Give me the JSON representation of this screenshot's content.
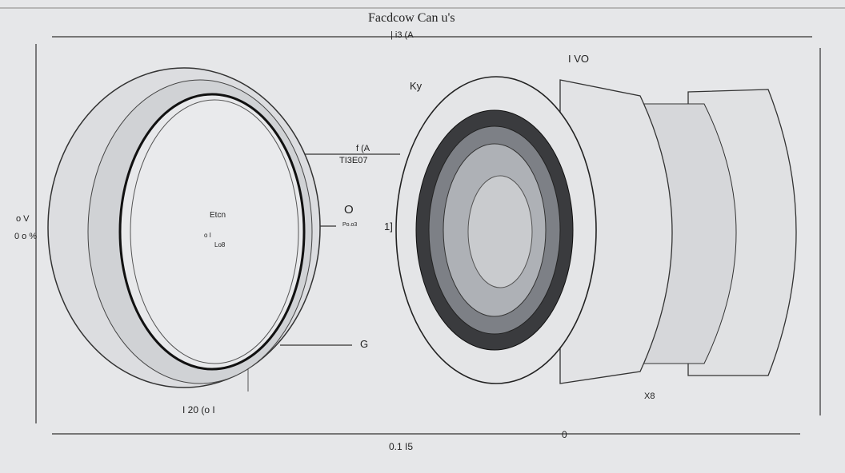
{
  "title": "Facdcow Can u's",
  "subtitle": "| i3 (A",
  "labels": {
    "top_right": "I VO",
    "lens_top": "Ky",
    "mid_top": "f (A",
    "mid_code": "TI3E07",
    "ring_center": "Etcn",
    "ring_center_sub": "o I",
    "ring_center_sub2": "Lo8",
    "o_mark": "O",
    "o_mark_sub": "Po.o3",
    "bracket": "1]",
    "left_a": "o V",
    "left_b": "0 o %",
    "g_mark": "G",
    "bottom_right": "X8",
    "bottom_left": "I 20 (o I",
    "bottom_center": "0.1  I5",
    "bottom_zero": "0"
  }
}
